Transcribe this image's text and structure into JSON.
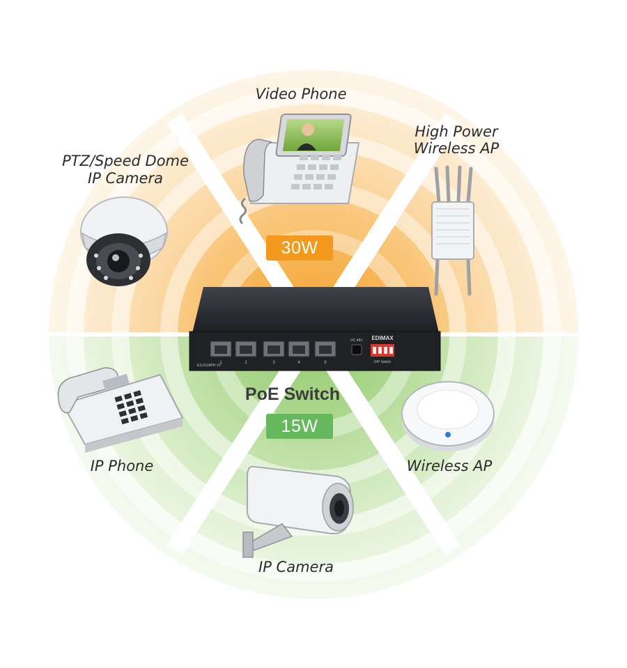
{
  "switch": {
    "title": "PoE Switch",
    "brand": "EDIMAX",
    "model": "ES-5104PH V2",
    "port_labels": [
      "1",
      "2",
      "3",
      "4",
      "5"
    ],
    "dc_label": "DC 48V",
    "dip_label": "DIP Switch"
  },
  "badges": {
    "high": {
      "text": "30W",
      "color": "#f39a1e"
    },
    "low": {
      "text": "15W",
      "color": "#66b85c"
    }
  },
  "devices": {
    "video_phone": "Video Phone",
    "high_power_ap_line1": "High Power",
    "high_power_ap_line2": "Wireless AP",
    "ptz_line1": "PTZ/Speed Dome",
    "ptz_line2": "IP Camera",
    "ip_phone": "IP Phone",
    "wireless_ap": "Wireless AP",
    "ip_camera": "IP Camera"
  },
  "colors": {
    "upper_ring": "#f7b24a",
    "lower_ring": "#9fd07a"
  }
}
